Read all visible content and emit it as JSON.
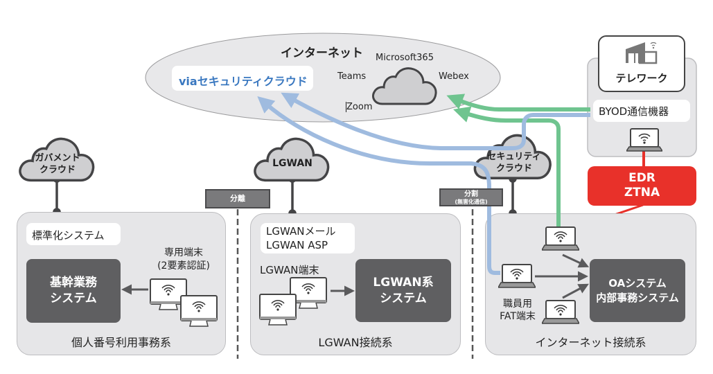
{
  "internet": {
    "title": "インターネット",
    "via_cloud": "viaセキュリティクラウド",
    "services": {
      "microsoft365": "Microsoft365",
      "teams": "Teams",
      "webex": "Webex",
      "zoom": "Zoom"
    }
  },
  "telework": {
    "title": "テレワーク",
    "byod": "BYOD通信機器",
    "edr_ztna": [
      "EDR",
      "ZTNA"
    ]
  },
  "clouds": {
    "government": [
      "ガバメント",
      "クラウド"
    ],
    "lgwan": "LGWAN",
    "security": [
      "セキュリティ",
      "クラウド"
    ]
  },
  "separators": {
    "bunri": "分離",
    "bunkatsu": "分割",
    "bunkatsu_sub": "(無害化通信)"
  },
  "zones": {
    "mynumber": {
      "title": "個人番号利用事務系",
      "standard_system": "標準化システム",
      "core_system": [
        "基幹業務",
        "システム"
      ],
      "terminal_label": [
        "専用端末",
        "(2要素認証)"
      ]
    },
    "lgwan": {
      "title": "LGWAN接続系",
      "services": [
        "LGWANメール",
        "LGWAN ASP"
      ],
      "terminal_label": "LGWAN端末",
      "system": [
        "LGWAN系",
        "システム"
      ]
    },
    "internet_conn": {
      "title": "インターネット接続系",
      "terminal_label": [
        "職員用",
        "FAT端末"
      ],
      "system": [
        "OAシステム",
        "内部事務システム"
      ]
    }
  },
  "colors": {
    "blue_arrow": "#9fbbdf",
    "green_arrow": "#6fc48f",
    "red": "#e8312a",
    "via_text": "#3a78c0",
    "dark_box": "#5f5f61",
    "zone_bg": "#e6e6e8"
  }
}
